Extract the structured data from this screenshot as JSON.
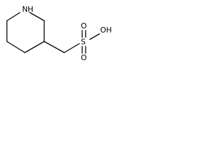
{
  "atoms": {
    "n1": "N",
    "h1": "H",
    "s": "S",
    "o_top": "O",
    "o_bottom": "O",
    "oh": "OH"
  }
}
